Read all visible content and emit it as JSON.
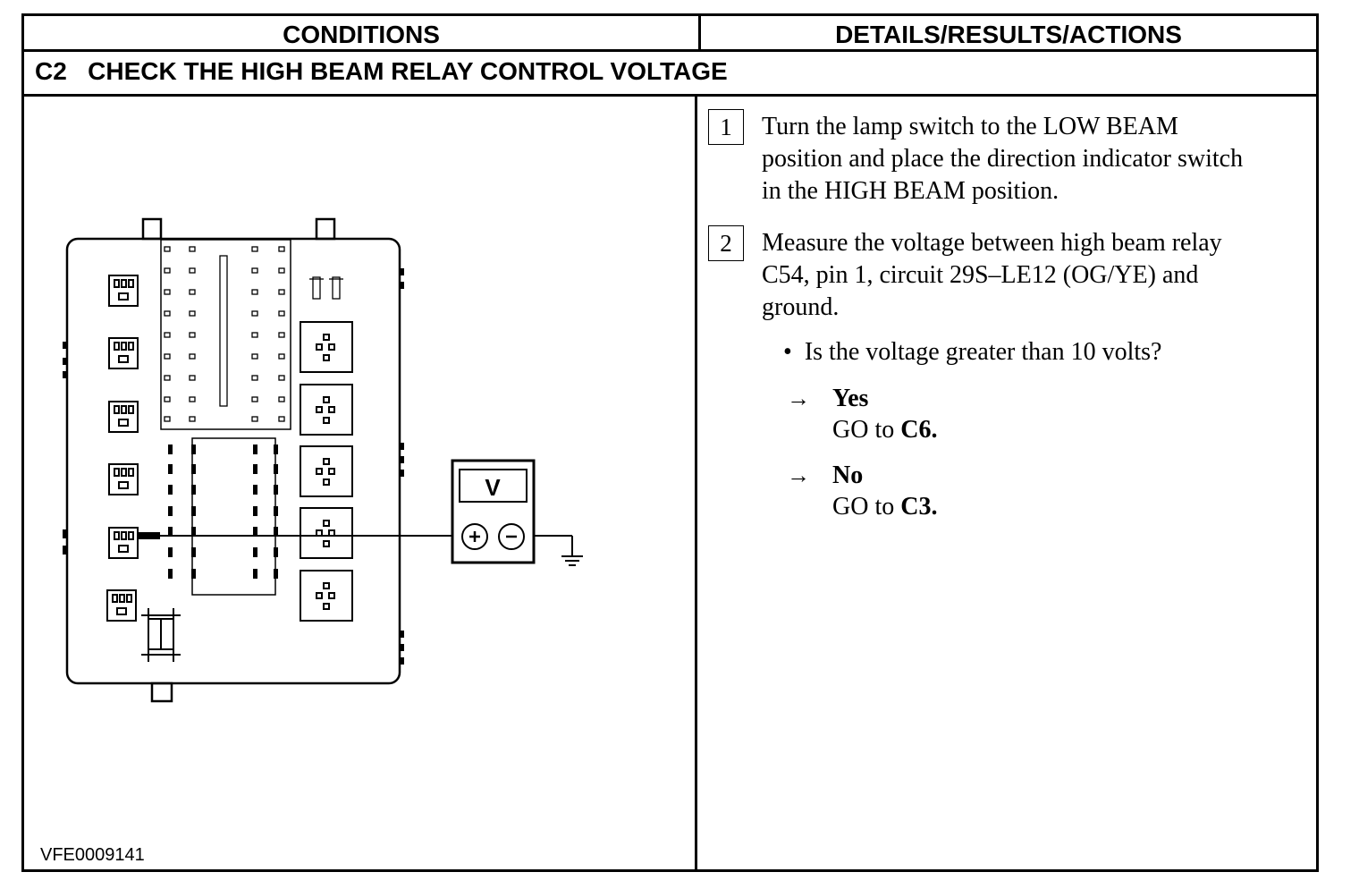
{
  "header": {
    "left": "CONDITIONS",
    "right": "DETAILS/RESULTS/ACTIONS"
  },
  "step": {
    "title": "C2   CHECK THE HIGH BEAM RELAY CONTROL VOLTAGE"
  },
  "figure": {
    "id": "VFE0009141",
    "meter_label": "V"
  },
  "actions": {
    "steps": [
      {
        "number": "1",
        "lines": [
          "Turn the lamp switch to the LOW BEAM",
          "position and place the direction indicator switch",
          "in the HIGH BEAM position."
        ]
      },
      {
        "number": "2",
        "lines": [
          "Measure the voltage between high beam relay",
          "C54, pin 1, circuit 29S–LE12 (OG/YE) and",
          "ground."
        ]
      }
    ],
    "question": "Is the voltage greater than 10 volts?",
    "answers": [
      {
        "label": "Yes",
        "go_prefix": "GO to",
        "target": "C6."
      },
      {
        "label": "No",
        "go_prefix": "GO to",
        "target": "C3."
      }
    ]
  }
}
